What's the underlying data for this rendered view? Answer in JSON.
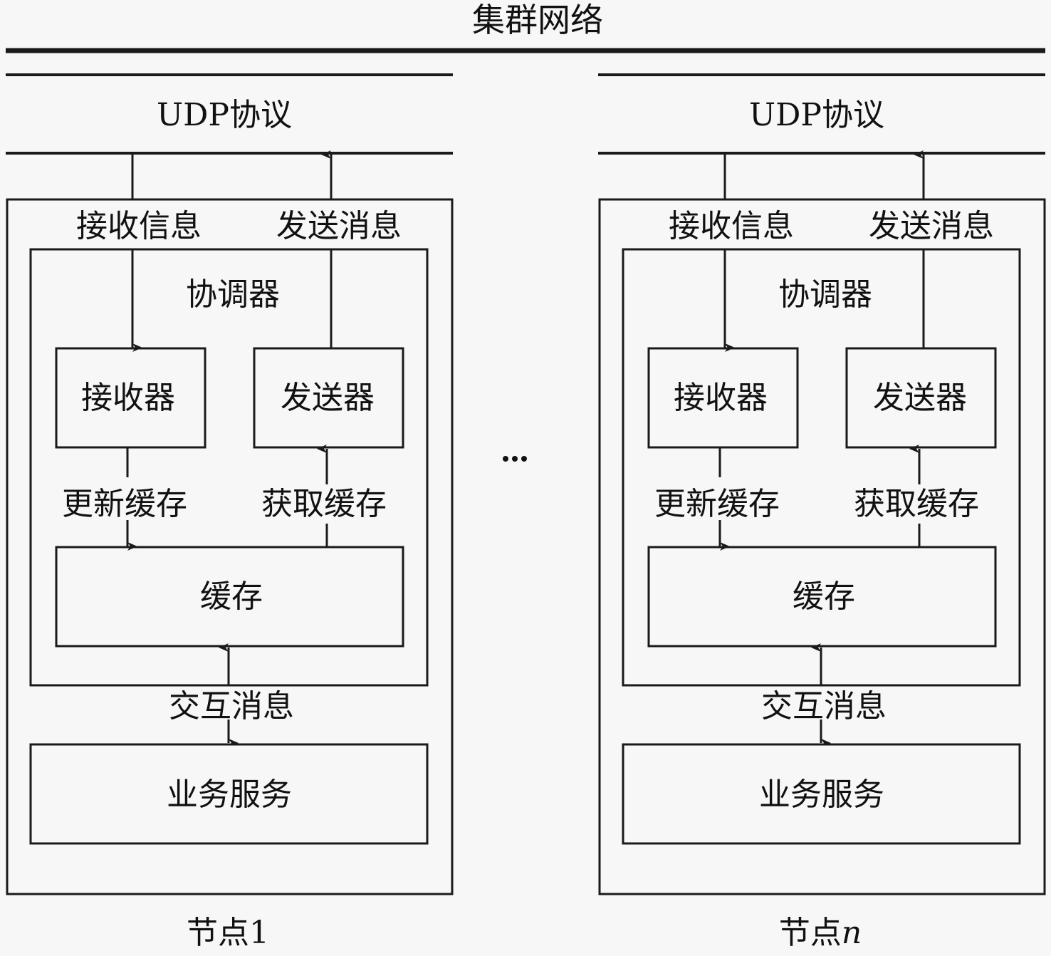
{
  "title": "集群网络",
  "ellipsis": "…",
  "nodes": [
    {
      "protocol": "UDP协议",
      "receive_info": "接收信息",
      "send_message": "发送消息",
      "coordinator": "协调器",
      "receiver": "接收器",
      "sender": "发送器",
      "update_cache": "更新缓存",
      "get_cache": "获取缓存",
      "cache": "缓存",
      "interact_message": "交互消息",
      "business_service": "业务服务",
      "node_label": "节点",
      "node_index": "1"
    },
    {
      "protocol": "UDP协议",
      "receive_info": "接收信息",
      "send_message": "发送消息",
      "coordinator": "协调器",
      "receiver": "接收器",
      "sender": "发送器",
      "update_cache": "更新缓存",
      "get_cache": "获取缓存",
      "cache": "缓存",
      "interact_message": "交互消息",
      "business_service": "业务服务",
      "node_label": "节点",
      "node_index": "n"
    }
  ]
}
